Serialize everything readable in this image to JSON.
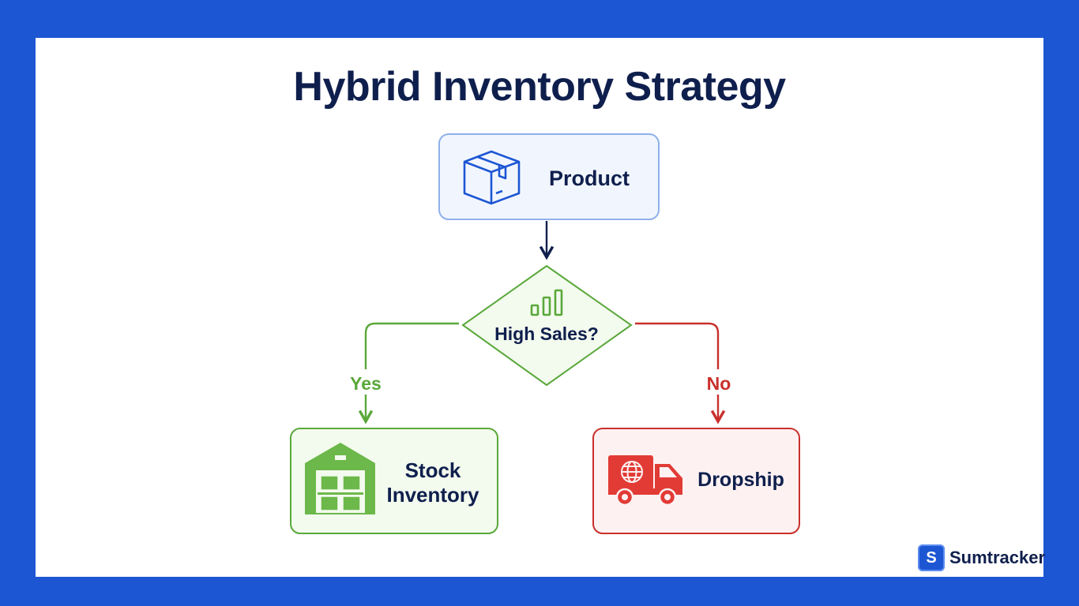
{
  "diagram": {
    "title": "Hybrid Inventory Strategy",
    "nodes": {
      "product": {
        "label": "Product",
        "icon": "box-icon"
      },
      "decision": {
        "label": "High Sales?",
        "icon": "bar-chart-icon"
      },
      "stock": {
        "label_line1": "Stock",
        "label_line2": "Inventory",
        "icon": "warehouse-icon"
      },
      "dropship": {
        "label": "Dropship",
        "icon": "delivery-truck-icon"
      }
    },
    "edges": {
      "yes": {
        "label": "Yes",
        "from": "decision",
        "to": "stock"
      },
      "no": {
        "label": "No",
        "from": "decision",
        "to": "dropship"
      },
      "product_to_decision": {
        "from": "product",
        "to": "decision"
      }
    }
  },
  "brand": {
    "logo_letter": "S",
    "name": "Sumtracker"
  },
  "colors": {
    "frame": "#1d56d3",
    "navy": "#0f1f4d",
    "product_border": "#8fb0ea",
    "product_fill": "#f1f6fe",
    "green": "#5aa83a",
    "green_fill": "#f3faee",
    "red": "#c9302c",
    "red_fill": "#fdf1f1"
  }
}
